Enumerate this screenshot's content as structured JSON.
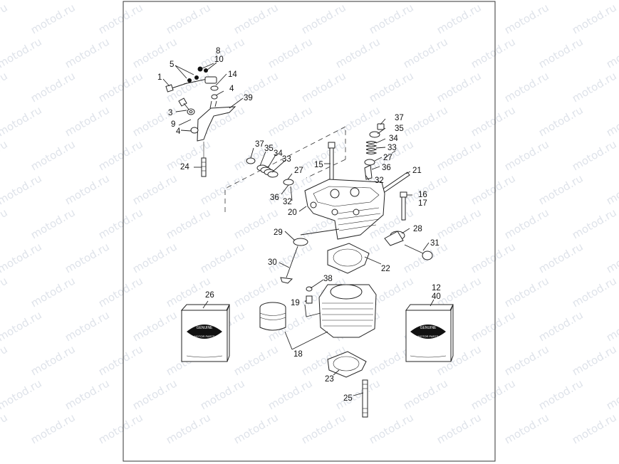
{
  "watermark": {
    "text": "motod.ru",
    "color": "#dfe3ea"
  },
  "callouts": {
    "c1": "1",
    "c3": "3",
    "c4a": "4",
    "c4b": "4",
    "c5": "5",
    "c8": "8",
    "c9": "9",
    "c10": "10",
    "c12": "12",
    "c14": "14",
    "c15": "15",
    "c16": "16",
    "c17": "17",
    "c18": "18",
    "c19": "19",
    "c20": "20",
    "c21": "21",
    "c22": "22",
    "c23": "23",
    "c24": "24",
    "c25": "25",
    "c26": "26",
    "c27a": "27",
    "c27b": "27",
    "c28": "28",
    "c29": "29",
    "c30": "30",
    "c31": "31",
    "c32a": "32",
    "c32b": "32",
    "c33a": "33",
    "c33b": "33",
    "c34a": "34",
    "c34b": "34",
    "c35a": "35",
    "c35b": "35",
    "c36a": "36",
    "c36b": "36",
    "c37a": "37",
    "c37b": "37",
    "c38": "38",
    "c39": "39",
    "c40": "40"
  },
  "packages": {
    "brand_top": "GENUINE",
    "brand_bottom": "MOTOR PARTS"
  }
}
